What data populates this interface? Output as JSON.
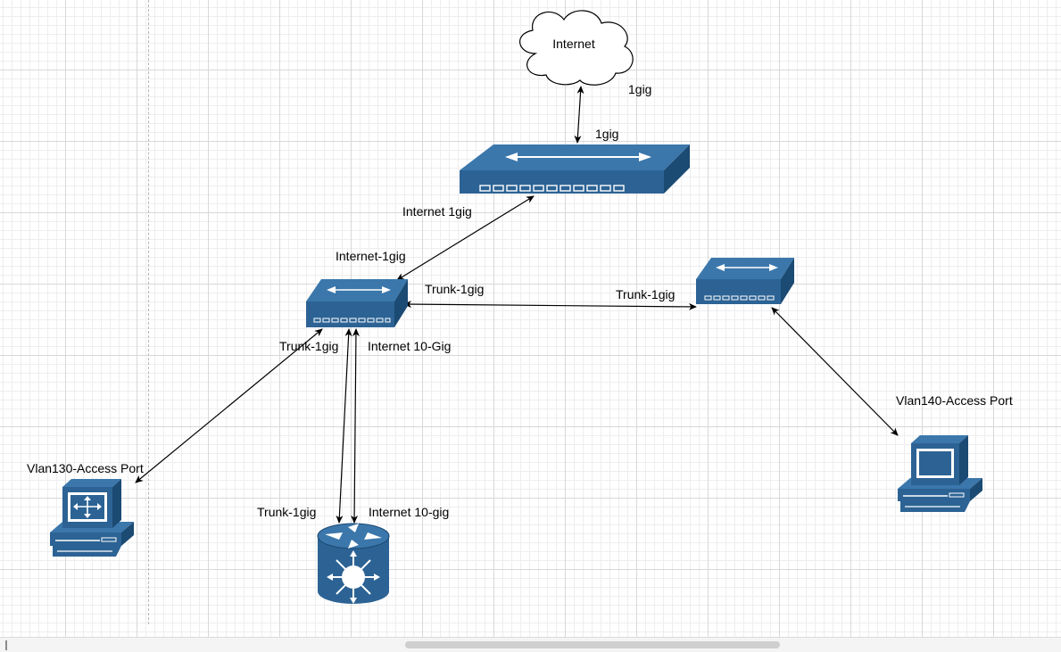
{
  "colors": {
    "device": "#2c6394",
    "device_dark": "#1b4a73",
    "device_side": "#3b77ab",
    "connector": "#000000"
  },
  "nodes": {
    "internet_cloud": {
      "label": "Internet",
      "icon": "cloud-icon"
    },
    "core_switch": {
      "icon": "switch-icon"
    },
    "distribution_switch": {
      "icon": "switch-icon"
    },
    "access_switch": {
      "icon": "switch-icon"
    },
    "layer3_switch": {
      "icon": "layer3-switch-icon"
    },
    "vlan130_workstation": {
      "icon": "workstation-icon"
    },
    "vlan140_workstation": {
      "icon": "workstation-icon"
    }
  },
  "labels": {
    "cloud_link_a": "1gig",
    "cloud_link_b": "1gig",
    "core_dist_a": "Internet 1gig",
    "core_dist_b": "Internet-1gig",
    "dist_access_a": "Trunk-1gig",
    "dist_access_b": "Trunk-1gig",
    "dist_vlan130": "Trunk-1gig",
    "dist_l3_top": "Internet 10-Gig",
    "l3_trunk": "Trunk-1gig",
    "l3_internet": "Internet 10-gig",
    "vlan130": "Vlan130-Access Port",
    "vlan140": "Vlan140-Access Port"
  }
}
